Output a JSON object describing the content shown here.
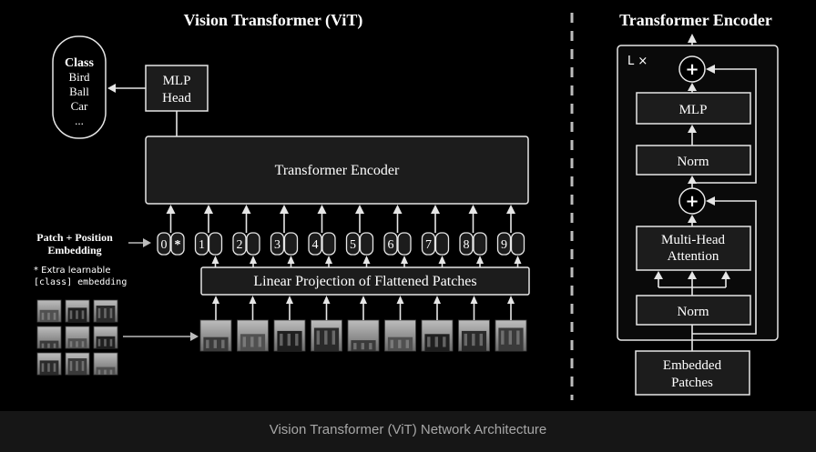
{
  "vit": {
    "title": "Vision Transformer (ViT)",
    "class_box": {
      "title": "Class",
      "items": [
        "Bird",
        "Ball",
        "Car",
        "..."
      ]
    },
    "mlp_head": [
      "MLP",
      "Head"
    ],
    "encoder_label": "Transformer Encoder",
    "embedding_label": [
      "Patch + Position",
      "Embedding"
    ],
    "extra_note": [
      "* Extra learnable",
      "[class] embedding"
    ],
    "tokens": [
      "0*",
      "1",
      "2",
      "3",
      "4",
      "5",
      "6",
      "7",
      "8",
      "9"
    ],
    "projection_label": "Linear Projection of Flattened Patches"
  },
  "encoder_detail": {
    "title": "Transformer Encoder",
    "repeat_label": "L ×",
    "plus": "+",
    "mlp": "MLP",
    "norm_top": "Norm",
    "attention": [
      "Multi-Head",
      "Attention"
    ],
    "norm_bottom": "Norm",
    "input": [
      "Embedded",
      "Patches"
    ]
  },
  "caption": "Vision Transformer (ViT) Network Architecture"
}
